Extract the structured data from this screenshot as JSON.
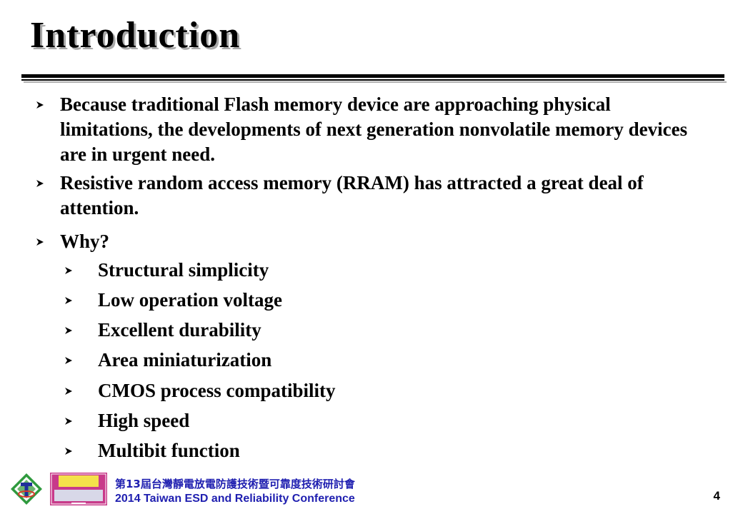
{
  "slide": {
    "title": "Introduction",
    "bullets": [
      {
        "level": 1,
        "text": "Because traditional Flash memory device are approaching physical limitations, the developments of next generation nonvolatile memory devices are in urgent need."
      },
      {
        "level": 1,
        "text": "Resistive random access memory (RRAM) has attracted a great deal of attention."
      },
      {
        "level": 1,
        "text": "Why?"
      },
      {
        "level": 2,
        "text": "Structural simplicity"
      },
      {
        "level": 2,
        "text": "Low operation voltage"
      },
      {
        "level": 2,
        "text": "Excellent durability"
      },
      {
        "level": 2,
        "text": "Area miniaturization"
      },
      {
        "level": 2,
        "text": "CMOS process compatibility"
      },
      {
        "level": 2,
        "text": "High speed"
      },
      {
        "level": 2,
        "text": "Multibit function"
      }
    ],
    "bullet_icon": "arrowhead-right-icon"
  },
  "footer": {
    "conference_zh": "第13屆台灣靜電放電防護技術暨可靠度技術研討會",
    "conference_en": "2014 Taiwan ESD and Reliability Conference",
    "page_number": "4",
    "logo_left": "tesda-diamond-logo",
    "logo_right": "esd-industry-alliance-logo"
  },
  "colors": {
    "text": "#000000",
    "footer_text": "#1f1fb0",
    "title_shadow": "#a8a8a8"
  }
}
